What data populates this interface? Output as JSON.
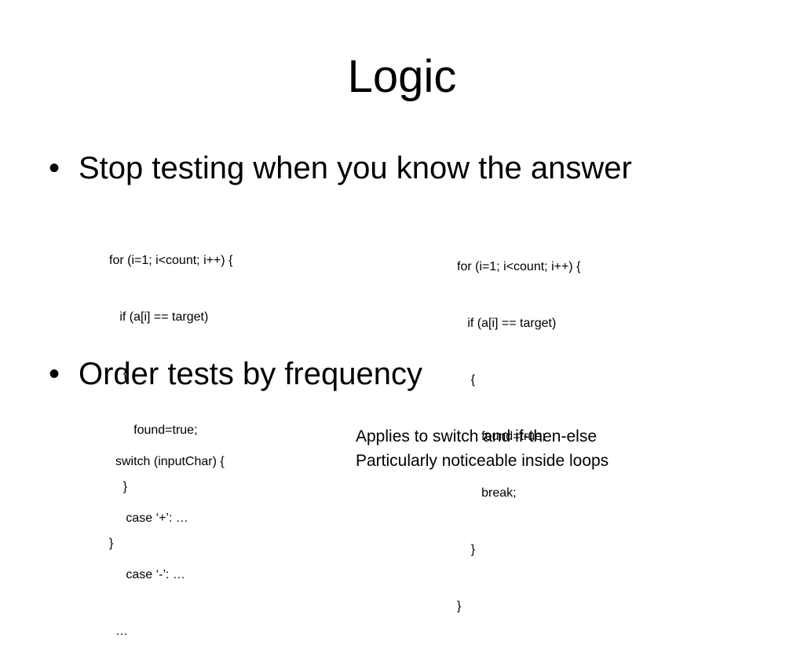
{
  "slide": {
    "title": "Logic",
    "bullets": [
      "Stop testing when you know the answer",
      "Order tests by frequency"
    ],
    "bullet_marker": "•",
    "code_blocks": [
      {
        "lines": [
          "for (i=1; i<count; i++) {",
          "   if (a[i] == target)",
          "    {",
          "       found=true;",
          "    }",
          "}"
        ]
      },
      {
        "lines": [
          "for (i=1; i<count; i++) {",
          "   if (a[i] == target)",
          "    {",
          "       found=true;",
          "       break;",
          "    }",
          "}"
        ]
      },
      {
        "lines": [
          "switch (inputChar) {",
          "   case ‘+’: …",
          "   case ‘-’: …",
          "…"
        ]
      }
    ],
    "notes": [
      "Applies to switch and if-then-else",
      "Particularly noticeable inside loops"
    ]
  }
}
